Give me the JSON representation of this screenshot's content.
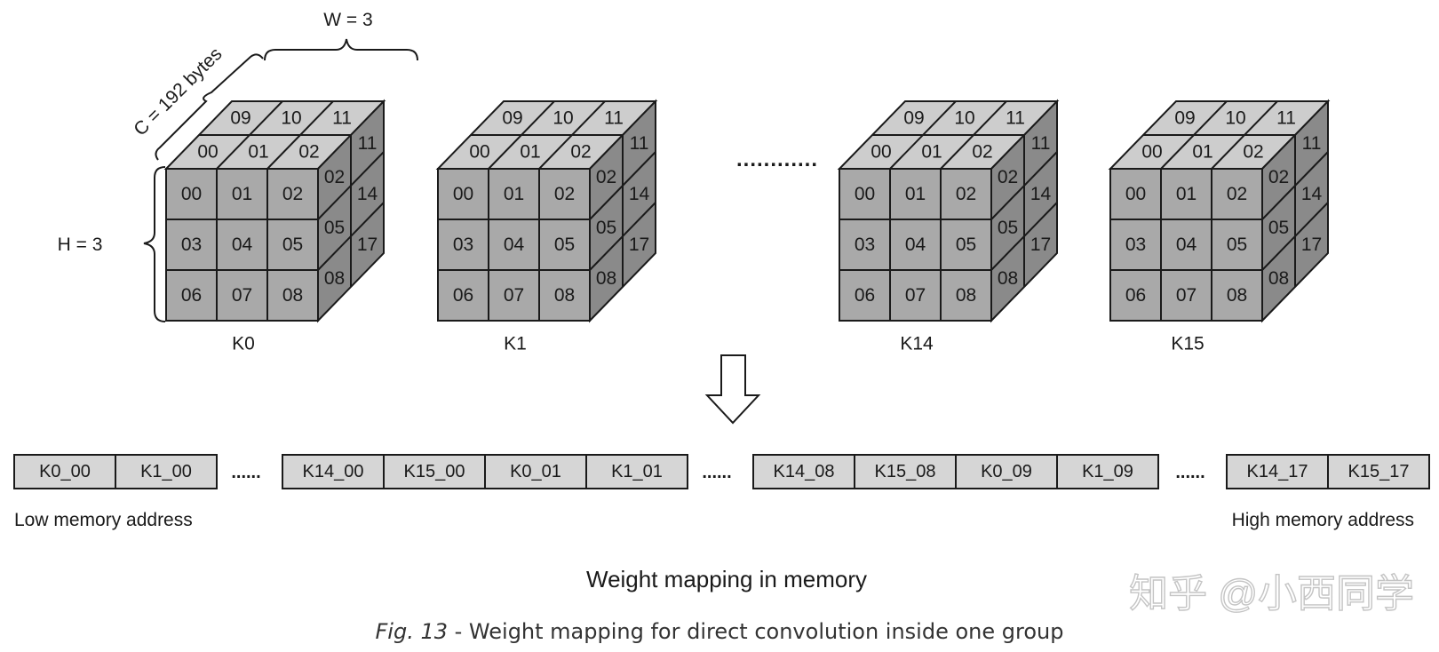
{
  "colors": {
    "front": "#a9a9a9",
    "top": "#cdcdcd",
    "side": "#8a8a8a",
    "stroke": "#1a1a1a",
    "memory_cell": "#d6d6d6",
    "arrow": "#ffffff"
  },
  "dimensions": {
    "w_label": "W = 3",
    "c_label": "C = 192 bytes",
    "h_label": "H = 3"
  },
  "cube_cells": {
    "front": [
      "00",
      "01",
      "02",
      "03",
      "04",
      "05",
      "06",
      "07",
      "08"
    ],
    "top_front": [
      "00",
      "01",
      "02"
    ],
    "top_back": [
      "09",
      "10",
      "11"
    ],
    "side_front": [
      "02",
      "05",
      "08"
    ],
    "side_back": [
      "11",
      "14",
      "17"
    ]
  },
  "kernels": [
    "K0",
    "K1",
    "K14",
    "K15"
  ],
  "cube_ellipsis": "............",
  "memory": {
    "cells": [
      "K0_00",
      "K1_00",
      "K14_00",
      "K15_00",
      "K0_01",
      "K1_01",
      "K14_08",
      "K15_08",
      "K0_09",
      "K1_09",
      "K14_17",
      "K15_17"
    ],
    "ellipsis": "......",
    "low_label": "Low memory address",
    "high_label": "High memory address"
  },
  "title": "Weight mapping in memory",
  "watermark": "知乎 @小西同学",
  "caption": {
    "fig": "Fig. 13",
    "text": " - Weight mapping for direct convolution inside one group"
  }
}
